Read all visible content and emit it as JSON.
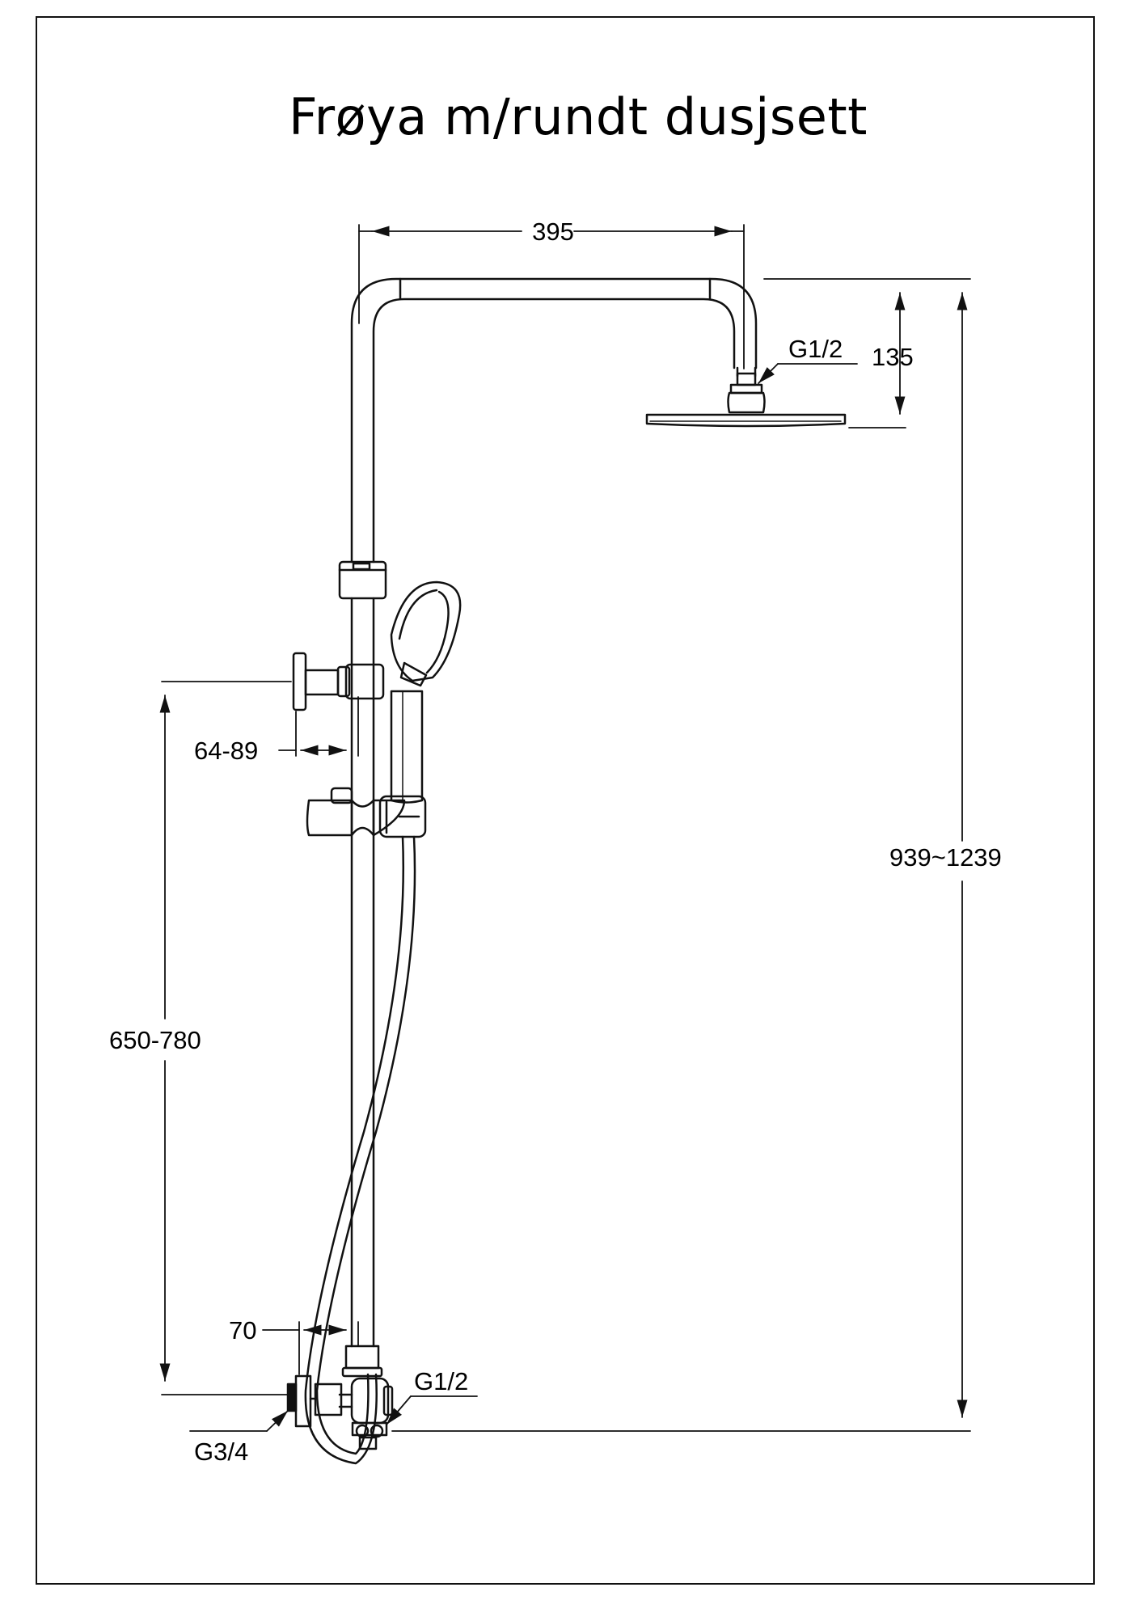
{
  "title": "Frøya m/rundt dusjsett",
  "dimensions": {
    "head_arm_length": "395",
    "head_drop": "135",
    "head_connection": "G1/2",
    "total_height": "939~1239",
    "valve_height": "650-780",
    "wall_offset_top": "64-89",
    "wall_offset_bottom": "70",
    "valve_outlet": "G1/2",
    "wall_inlet": "G3/4"
  },
  "colors": {
    "line": "#111111",
    "background": "#ffffff"
  }
}
